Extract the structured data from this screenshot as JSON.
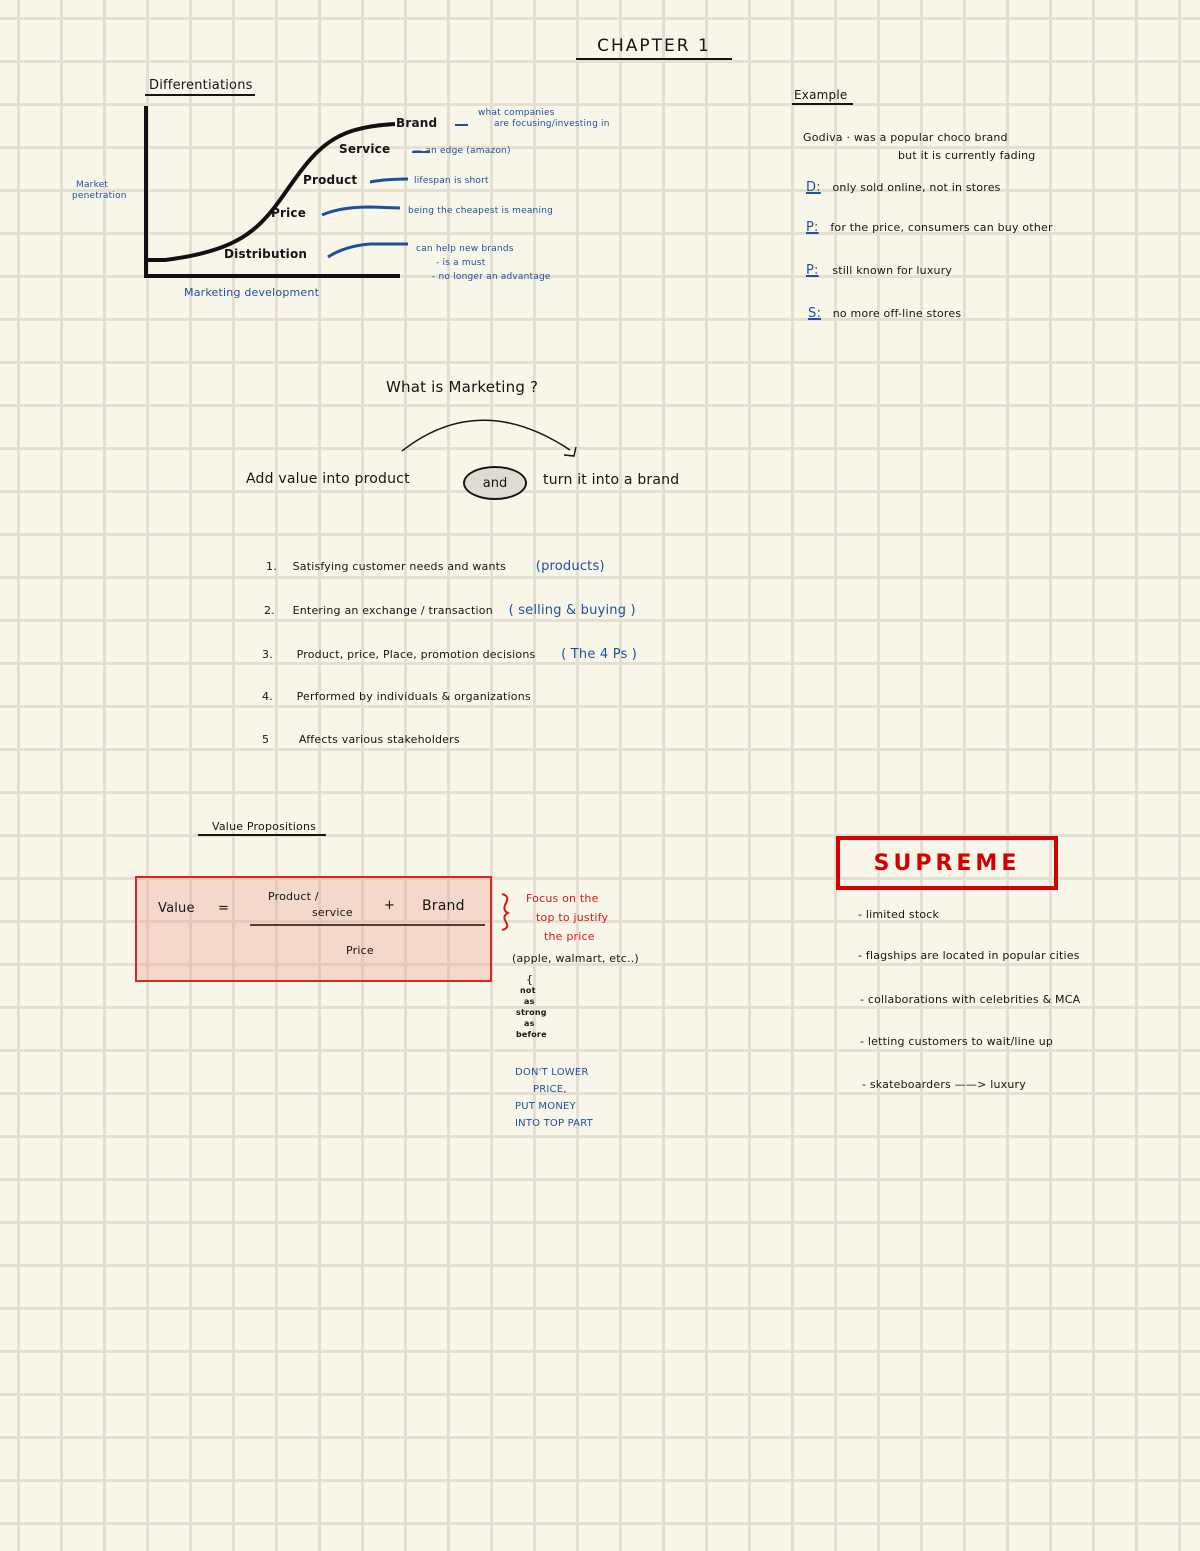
{
  "page": {
    "title": "CHAPTER 1",
    "paper": "grid",
    "colors": {
      "paper": "#f8f5e9",
      "grid": "#e3e0d3",
      "ink": "#151515",
      "blue": "#1f4f9c",
      "red": "#d71a1a",
      "supreme_red": "#d40000"
    }
  },
  "differentiation": {
    "heading": "Differentiations",
    "y_axis_label_line1": "Market",
    "y_axis_label_line2": "penetration",
    "x_axis_label": "Marketing development",
    "curve_labels": [
      {
        "label": "Brand",
        "note_line1": "what companies",
        "note_line2": "are focusing/investing in"
      },
      {
        "label": "Service",
        "note_line1": "— an edge (amazon)"
      },
      {
        "label": "Product",
        "note_line1": "lifespan is short"
      },
      {
        "label": "Price",
        "note_line1": "being the cheapest is meaning"
      },
      {
        "label": "Distribution",
        "note_line1": "can help new brands",
        "note_line2": "- is a must",
        "note_line3": "- no longer an advantage"
      }
    ]
  },
  "example": {
    "heading": "Example",
    "brand_line1": "Godiva · was a popular choco brand",
    "brand_line2": "but it is currently fading",
    "items": [
      {
        "key": "D:",
        "text": "only sold online, not in stores"
      },
      {
        "key": "P:",
        "text": "for the price, consumers can buy other"
      },
      {
        "key": "P:",
        "text": "still known for luxury"
      },
      {
        "key": "S:",
        "text": "no more off-line stores"
      }
    ]
  },
  "marketing": {
    "question": "What is Marketing ?",
    "definition_left": "Add value into product",
    "definition_and": "and",
    "definition_right": "turn it into a brand",
    "list": [
      {
        "num": "1.",
        "text": "Satisfying customer needs and wants",
        "note": "(products)"
      },
      {
        "num": "2.",
        "text": "Entering an exchange / transaction",
        "note": "( selling & buying )"
      },
      {
        "num": "3.",
        "text": "Product, price, Place, promotion decisions",
        "note": "( The 4 Ps )"
      },
      {
        "num": "4.",
        "text": "Performed by individuals & organizations",
        "note": ""
      },
      {
        "num": "5",
        "text": "Affects various stakeholders",
        "note": ""
      }
    ]
  },
  "value_prop": {
    "heading": "Value Propositions",
    "lhs": "Value",
    "equals": "=",
    "numerator_a_line1": "Product /",
    "numerator_a_line2": "service",
    "plus": "+",
    "numerator_b": "Brand",
    "denominator": "Price",
    "brace": "}",
    "red_note_line1": "Focus on the",
    "red_note_line2": "top to justify",
    "red_note_line3": "the price",
    "examples": "(apple, walmart, etc..)",
    "side_note": [
      "{",
      "not",
      "as",
      "strong",
      "as",
      "before"
    ],
    "blue_note": [
      "DON'T LOWER",
      "PRICE,",
      "PUT MONEY",
      "INTO TOP PART"
    ]
  },
  "supreme": {
    "logo": "SUPREME",
    "bullets": [
      "- limited stock",
      "- flagships are located in popular cities",
      "- collaborations with celebrities & MCA",
      "- letting customers to wait/line up",
      "- skateboarders ——> luxury"
    ]
  }
}
